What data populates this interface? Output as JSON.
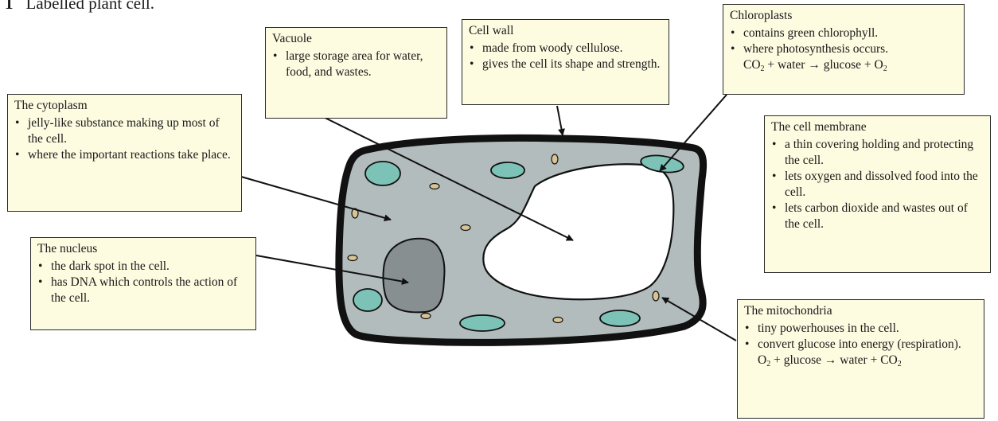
{
  "heading": {
    "number": "1",
    "title": "Labelled plant cell."
  },
  "labels": {
    "cytoplasm": {
      "title": "The cytoplasm",
      "bullets": [
        "jelly-like substance making up most of the cell.",
        "where the important reactions take place."
      ]
    },
    "vacuole": {
      "title": "Vacuole",
      "bullets": [
        "large storage area for water, food, and wastes."
      ]
    },
    "cell_wall": {
      "title": "Cell wall",
      "bullets": [
        "made from woody cellulose.",
        "gives the cell its shape and strength."
      ]
    },
    "chloroplasts": {
      "title": "Chloroplasts",
      "bullets": [
        "contains green chlorophyll.",
        "where photosynthesis occurs."
      ],
      "equation": {
        "co2": "CO",
        "co2_sub": "2",
        "plus_water_arrow_glucose": " + water → glucose + O",
        "o2_sub": "2"
      }
    },
    "cell_membrane": {
      "title": "The cell membrane",
      "bullets": [
        "a thin covering holding and protecting the cell.",
        "lets oxygen and dissolved food into the cell.",
        "lets carbon dioxide and wastes out of the cell."
      ]
    },
    "nucleus": {
      "title": "The nucleus",
      "bullets": [
        "the dark spot in the cell.",
        "has DNA which controls the action of the cell."
      ]
    },
    "mitochondria": {
      "title": "The mitochondria",
      "bullets": [
        "tiny powerhouses in the cell.",
        "convert glucose into energy (respiration)."
      ],
      "equation": {
        "o2": "O",
        "o2_sub": "2",
        "plus_glucose_arrow_water": " + glucose → water + CO",
        "co2_sub": "2"
      }
    }
  },
  "colors": {
    "cell_wall": "#111111",
    "cytoplasm": "#b3bcbc",
    "vacuole": "#ffffff",
    "nucleus": "#878f90",
    "chloroplast": "#7cc2b6",
    "mitochondrion": "#d8c394",
    "label_box": "#fdfbe0"
  }
}
